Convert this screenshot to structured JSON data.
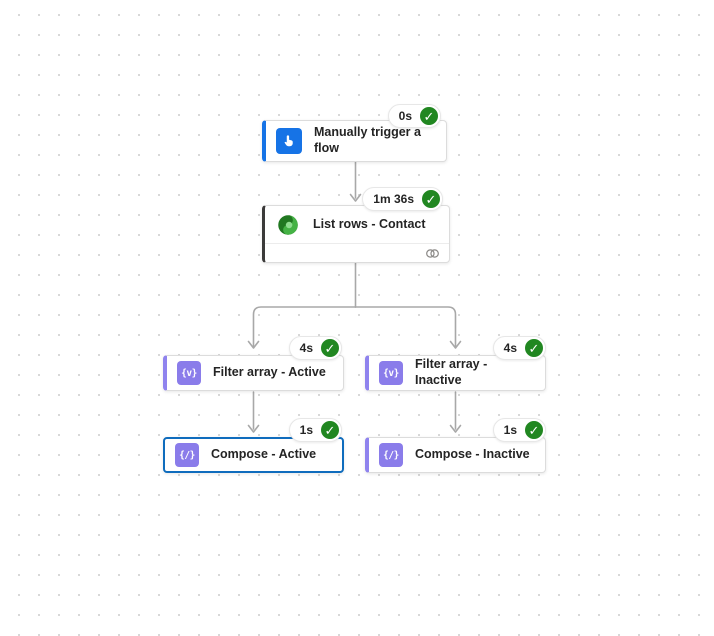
{
  "app": {
    "view": "cloud-flow-run-canvas"
  },
  "nodes": {
    "trigger": {
      "title": "Manually trigger a flow",
      "duration": "0s",
      "status": "succeeded"
    },
    "list_rows": {
      "title": "List rows - Contact",
      "duration": "1m 36s",
      "status": "succeeded"
    },
    "filter_active": {
      "title": "Filter array - Active",
      "duration": "4s",
      "status": "succeeded"
    },
    "filter_inactive": {
      "title": "Filter array - Inactive",
      "duration": "4s",
      "status": "succeeded"
    },
    "compose_active": {
      "title": "Compose - Active",
      "duration": "1s",
      "status": "succeeded",
      "selected": true
    },
    "compose_inactive": {
      "title": "Compose - Inactive",
      "duration": "1s",
      "status": "succeeded"
    }
  },
  "glyphs": {
    "check": "✓",
    "filter_icon": "{v}",
    "compose_icon": "{/}"
  },
  "colors": {
    "trigger_accent": "#1673e6",
    "selection_blue": "#0f6cbd",
    "success_green": "#218721",
    "data_operation_purple": "#8a7cea",
    "purple_accent_bar": "#8f83ee",
    "list_rows_accent": "#3b3a39",
    "connector_gray": "#a8a8a8",
    "grid_dot": "#d8d8d8"
  }
}
